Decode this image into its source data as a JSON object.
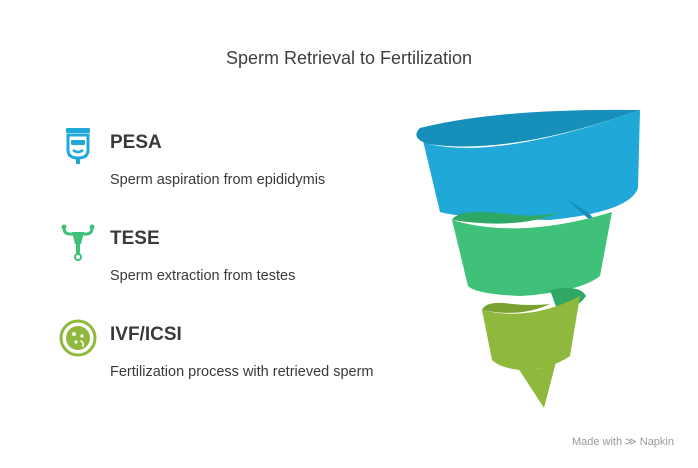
{
  "title": "Sperm Retrieval to Fertilization",
  "steps": [
    {
      "name": "PESA",
      "description": "Sperm aspiration from epididymis",
      "icon": "aspiration-vial-icon",
      "color": "#1fa8d8"
    },
    {
      "name": "TESE",
      "description": "Sperm extraction from testes",
      "icon": "reproductive-organ-icon",
      "color": "#3fc17a"
    },
    {
      "name": "IVF/ICSI",
      "description": "Fertilization process with retrieved sperm",
      "icon": "petri-dish-icon",
      "color": "#8fb93c"
    }
  ],
  "footer": {
    "made_with": "Made with",
    "brand": "Napkin"
  }
}
